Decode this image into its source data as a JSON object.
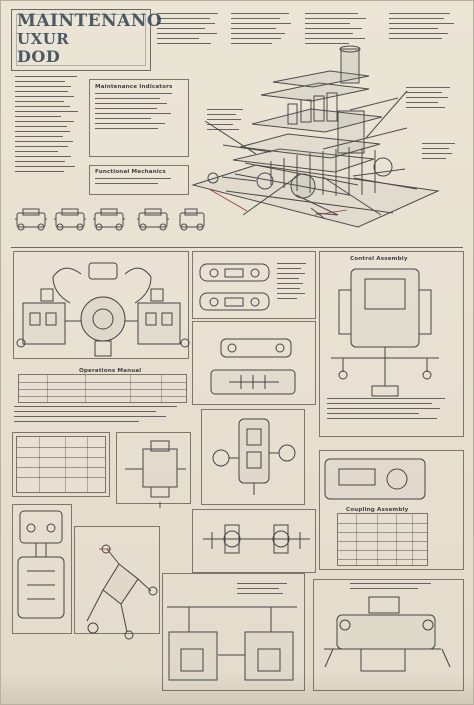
{
  "poster": {
    "title": {
      "line1": "MAINTENANO",
      "line2": "UXUR",
      "line3": "DOD"
    },
    "sections": {
      "upper_left_title_1": "Maintenance Indicators",
      "upper_left_title_2": "Functional Mechanics",
      "middle_left_title": "Operations Manual",
      "right_title": "Control Assembly",
      "right_lower_title": "Coupling Assembly"
    }
  }
}
